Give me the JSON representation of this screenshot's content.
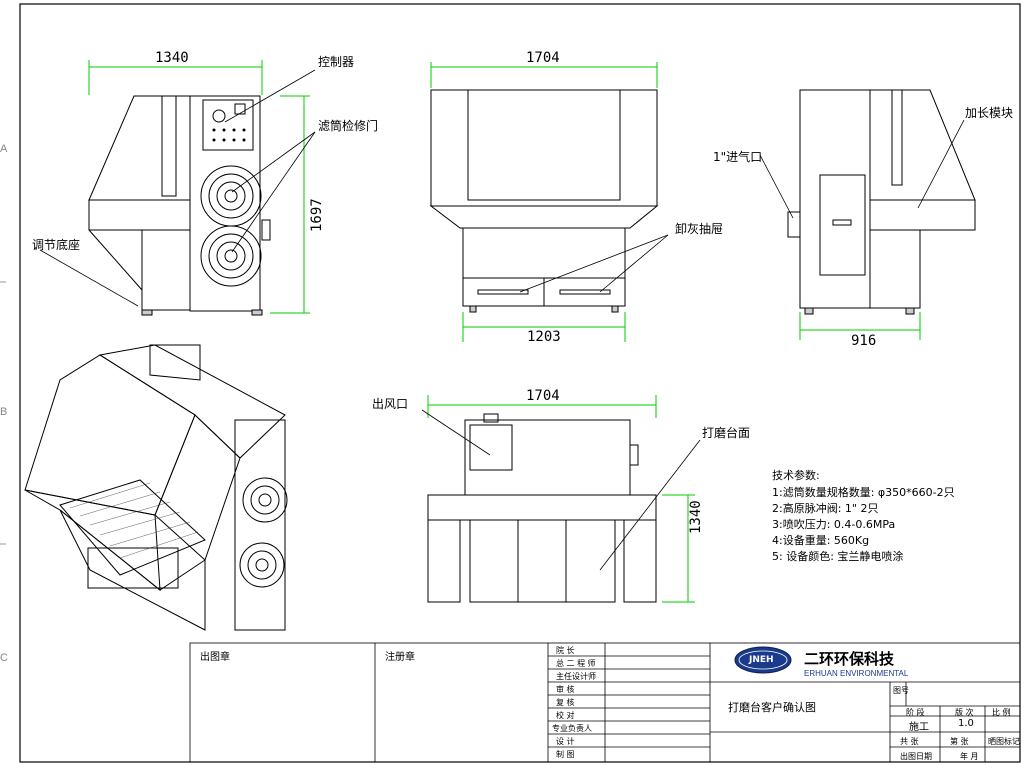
{
  "dimensions": {
    "side_width": "1340",
    "side_height": "1697",
    "front_width": "1704",
    "front_bottom_width": "1203",
    "right_depth": "916",
    "top_width": "1704",
    "top_height": "1340"
  },
  "labels": {
    "controller": "控制器",
    "filter_door": "滤筒检修门",
    "adjust_base": "调节底座",
    "ash_drawer": "卸灰抽屉",
    "air_inlet": "1\"进气口",
    "extension_module": "加长模块",
    "air_outlet": "出风口",
    "grinding_surface": "打磨台面"
  },
  "zones": [
    "A",
    "B",
    "C"
  ],
  "tech_params": {
    "title": "技术参数:",
    "lines": [
      "1:滤筒数量规格数量: φ350*660-2只",
      "2:高原脉冲阀: 1\"  2只",
      "3:喷吹压力: 0.4-0.6MPa",
      "4:设备重量: 560Kg",
      "5: 设备颜色: 宝兰静电喷涂"
    ]
  },
  "title_block": {
    "stamp_label": "出图章",
    "register_label": "注册章",
    "roles": [
      "院 长",
      "总 二 程 师",
      "主任设计师",
      "审 核",
      "复 核",
      "校 对",
      "专业负责人",
      "设 计",
      "制 图"
    ],
    "company_logo_text": "JNEH",
    "company_cn": "二环环保科技",
    "company_en": "ERHUAN ENVIRONMENTAL",
    "drawing_title": "打磨台客户确认图",
    "drawing_no_label": "图号",
    "stage_label": "阶 段",
    "version_label": "版 次",
    "ratio_label": "比 例",
    "stage_value": "施工",
    "version_value": "1.0",
    "total_label": "共 张",
    "sheet_label": "第 张",
    "mark_label": "晒图标记",
    "date_label": "出图日期",
    "year_month": "年  月"
  },
  "colors": {
    "dimension_line": "#00cc00",
    "outline": "#000000",
    "leader": "#000000"
  }
}
